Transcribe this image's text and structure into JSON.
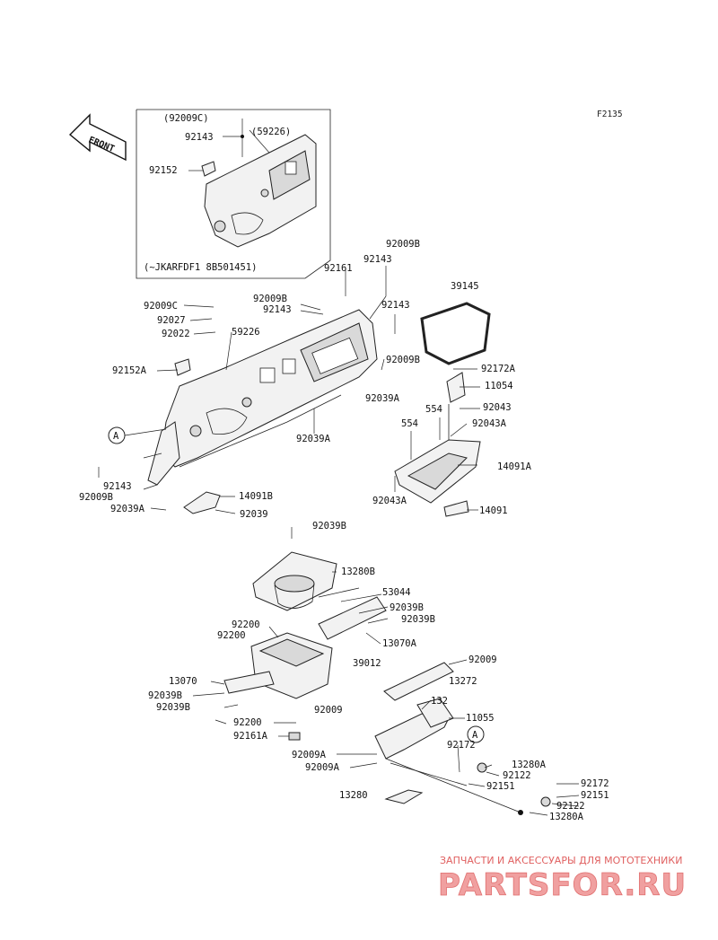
{
  "figure_code": "F2135",
  "front_arrow_label": "FRONT",
  "inset_note": "(~JKARFDF1 8B501451)",
  "callout_letter": "A",
  "watermark": {
    "top_text": "ЗАПЧАСТИ И АКСЕССУАРЫ ДЛЯ МОТОТЕХНИКИ",
    "brand_text": "PARTSFOR.RU"
  },
  "labels": {
    "inset_92009C": "(92009C)",
    "inset_92143": "92143",
    "inset_59226": "(59226)",
    "inset_92152": "92152",
    "l_92009B_top": "92009B",
    "l_92161": "92161",
    "l_92143_a": "92143",
    "l_39145": "39145",
    "l_92009C": "92009C",
    "l_92009B_b": "92009B",
    "l_92143_b": "92143",
    "l_92143_c": "92143",
    "l_92027": "92027",
    "l_92022": "92022",
    "l_59226": "59226",
    "l_92152A": "92152A",
    "l_92009B_c": "92009B",
    "l_92039A_a": "92039A",
    "l_92172A_a": "92172A",
    "l_11054": "11054",
    "l_554_a": "554",
    "l_92043": "92043",
    "l_554_b": "554",
    "l_92043A_a": "92043A",
    "l_92039A_b": "92039A",
    "l_14091A": "14091A",
    "l_92143_d": "92143",
    "l_92009B_d": "92009B",
    "l_92039A_c": "92039A",
    "l_14091B": "14091B",
    "l_92039": "92039",
    "l_92043A_b": "92043A",
    "l_14091": "14091",
    "l_92039B_a": "92039B",
    "l_13280B": "13280B",
    "l_53044": "53044",
    "l_92039B_b": "92039B",
    "l_92039B_c": "92039B",
    "l_92200_a": "92200",
    "l_92200_b": "92200",
    "l_13070A": "13070A",
    "l_39012": "39012",
    "l_92009_a": "92009",
    "l_13272": "13272",
    "l_13070": "13070",
    "l_92039B_d": "92039B",
    "l_92039B_e": "92039B",
    "l_92009_b": "92009",
    "l_132": "132",
    "l_11055": "11055",
    "l_92200_c": "92200",
    "l_92161A": "92161A",
    "l_92172_a": "92172",
    "l_13280A_a": "13280A",
    "l_92009A_a": "92009A",
    "l_92122_a": "92122",
    "l_92009A_b": "92009A",
    "l_92151_a": "92151",
    "l_92172_b": "92172",
    "l_92151_b": "92151",
    "l_13280": "13280",
    "l_92122_b": "92122",
    "l_13280A_b": "13280A"
  }
}
